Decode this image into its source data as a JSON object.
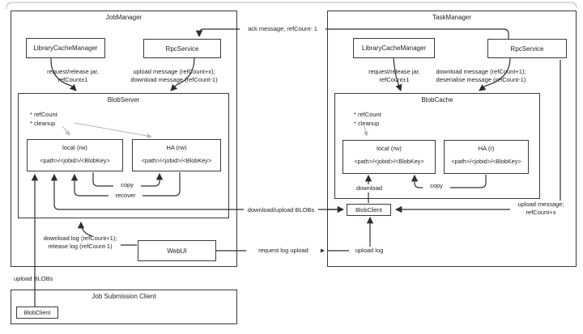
{
  "jm": {
    "title": "JobManager",
    "lcm": "LibraryCacheManager",
    "rpc": "RpcService",
    "lcm_note": "request/release jar,\nrefCount±1",
    "rpc_note": "upload message (refCount+x);\ndownload message (refCount-1)",
    "blob_server": {
      "title": "BlobServer",
      "bullets": "* refCount\n* cleanup",
      "local": {
        "title": "local (rw)",
        "path": "<path>/<jobid>/<BlobKey>"
      },
      "ha": {
        "title": "HA (rw)",
        "path": "<path>/<jobid>/<BlobKey>"
      },
      "copy_label": "copy",
      "recover_label": "recover"
    },
    "webui": "WebUI",
    "log_note": "download log (refCount+1);\nrelease log (refCount-1)"
  },
  "tm": {
    "title": "TaskManager",
    "lcm": "LibraryCacheManager",
    "rpc": "RpcService",
    "lcm_note": "request/release jar,\nrefCount±1",
    "rpc_note": "download message (refCount+1);\ndeserialise message (refCount-1)",
    "blob_cache": {
      "title": "BlobCache",
      "bullets": "* refCount\n* cleanup",
      "local": {
        "title": "local (rw)",
        "path": "<path>/<jobid>/<BlobKey>"
      },
      "ha": {
        "title": "HA (r)",
        "path": "<path>/<jobid>/<BlobKey>"
      },
      "copy_label": "copy",
      "download_label": "download"
    },
    "blob_client": "BlobClient",
    "upload_log_label": "upload log",
    "upload_msg_note": "upload message;\nrefCount+x"
  },
  "client": {
    "title": "Job Submission Client",
    "blob_client": "BlobClient",
    "upload_blobs_label": "upload BLOBs"
  },
  "links": {
    "ack": "ack message, refCount- 1",
    "dl_ul_blobs": "download/upload BLOBs",
    "request_log_upload": "request log upload"
  },
  "colors": {
    "line": "#2e2e2e",
    "faint": "#b8b8b8",
    "border": "#3a3a3a",
    "frame": "#cfcfcf"
  }
}
